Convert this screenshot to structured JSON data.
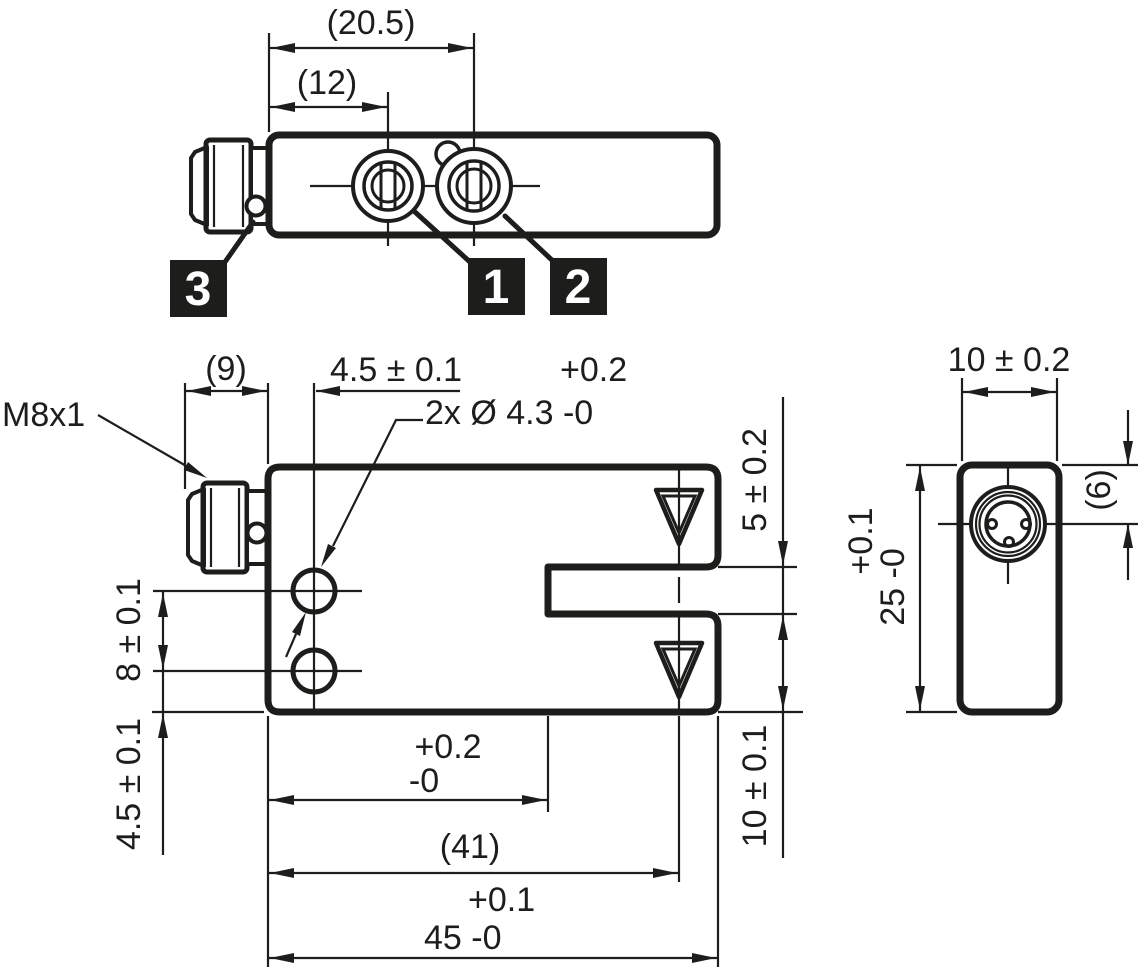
{
  "colors": {
    "ink": "#1d1d1b",
    "paper": "#ffffff"
  },
  "connector_thread_label": "M8x1",
  "callouts": {
    "one": "1",
    "two": "2",
    "three": "3"
  },
  "top_view": {
    "dim_outer": "(20.5)",
    "dim_inner": "(12)"
  },
  "front_view": {
    "dim_connector_length": "(9)",
    "dim_hole_axis_offset": "4.5 ± 0.1",
    "holes_callout": "2x Ø 4.3 -0",
    "holes_callout_plus": "+0.2",
    "dim_hole_spacing": "8 ± 0.1",
    "dim_hole_bottom_offset": "4.5 ± 0.1",
    "dim_slot_width": "5 ± 0.2",
    "dim_lower_arm": "10 ± 0.1",
    "slot_depth_plus": "+0.2",
    "slot_depth_minus": "-0",
    "dim_optical_axis": "(41)",
    "dim_overall_plus": "+0.1",
    "dim_overall": "45 -0"
  },
  "side_view": {
    "dim_width": "10 ± 0.2",
    "dim_connector_offset": "(6)",
    "dim_height_plus": "+0.1",
    "dim_height": "25 -0"
  }
}
